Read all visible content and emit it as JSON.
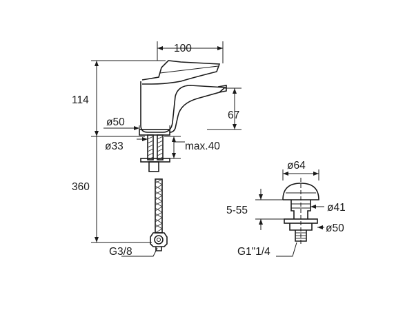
{
  "faucet": {
    "width": "100",
    "height": "114",
    "spout_height": "67",
    "base_diameter": "ø50",
    "hole_diameter": "ø33",
    "max_thickness": "max.40",
    "hose_length": "360",
    "hose_thread": "G3/8"
  },
  "waste": {
    "cap_diameter": "ø64",
    "range": "5-55",
    "body_diameter": "ø41",
    "flange_diameter": "ø50",
    "thread": "G1\"1/4"
  }
}
